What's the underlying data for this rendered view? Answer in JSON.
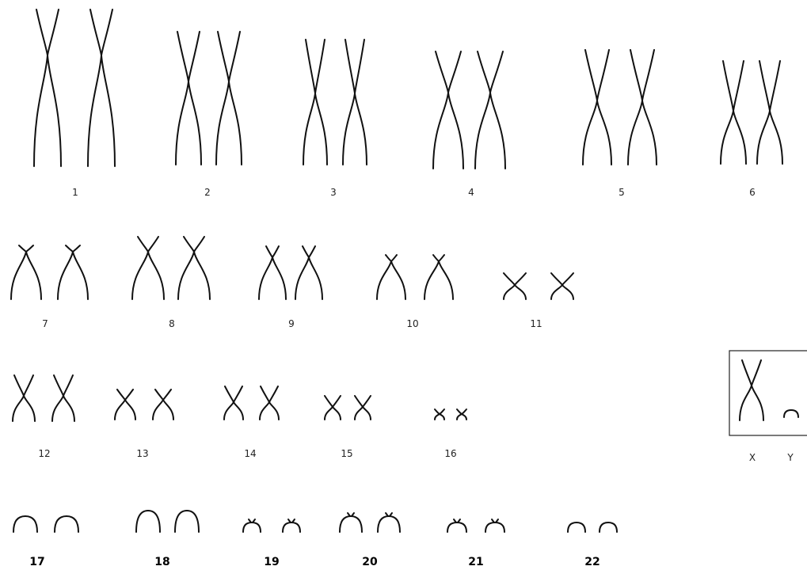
{
  "chromosomes": [
    {
      "label": "1"
    },
    {
      "label": "2"
    },
    {
      "label": "3"
    },
    {
      "label": "4"
    },
    {
      "label": "5"
    },
    {
      "label": "6"
    },
    {
      "label": "7"
    },
    {
      "label": "8"
    },
    {
      "label": "9"
    },
    {
      "label": "10"
    },
    {
      "label": "11"
    },
    {
      "label": "12"
    },
    {
      "label": "13"
    },
    {
      "label": "14"
    },
    {
      "label": "15"
    },
    {
      "label": "16"
    },
    {
      "label": "17"
    },
    {
      "label": "18"
    },
    {
      "label": "19"
    },
    {
      "label": "20"
    },
    {
      "label": "21"
    },
    {
      "label": "22"
    }
  ],
  "sex_chromosomes": [
    {
      "label": "X"
    },
    {
      "label": "Y"
    }
  ]
}
